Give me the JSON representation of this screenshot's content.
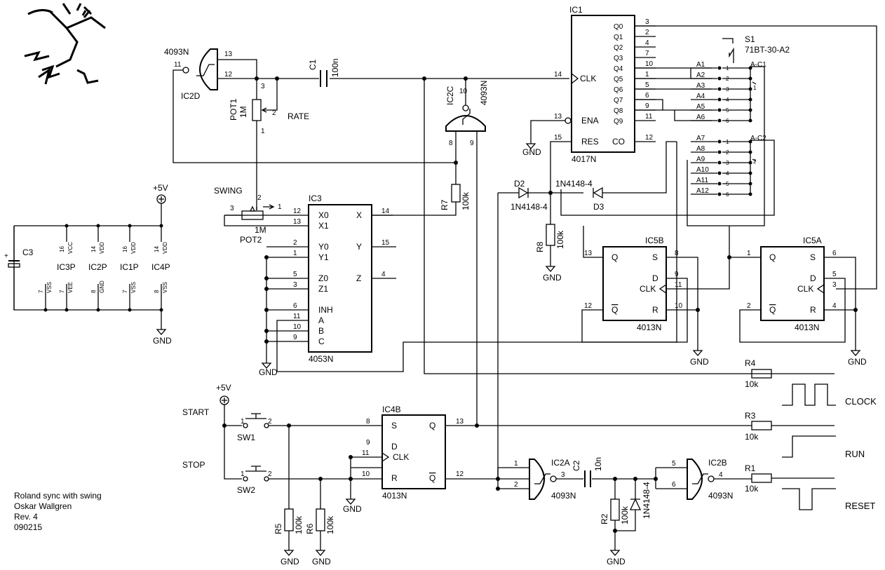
{
  "ic1": {
    "name": "IC1",
    "part": "4017N",
    "pins": [
      "Q0",
      "Q1",
      "Q2",
      "Q3",
      "Q4",
      "Q5",
      "Q6",
      "Q7",
      "Q8",
      "Q9"
    ],
    "clk": "CLK",
    "ena": "ENA",
    "res": "RES",
    "co": "CO",
    "pin_nums": [
      "3",
      "2",
      "4",
      "7",
      "10",
      "1",
      "5",
      "6",
      "9",
      "11"
    ],
    "clk_pin": "14",
    "ena_pin": "13",
    "res_pin": "15",
    "co_pin": "12"
  },
  "ic2d": {
    "name": "IC2D",
    "part": "4093N",
    "p11": "11",
    "p12": "12",
    "p13": "13"
  },
  "ic2c": {
    "name": "IC2C",
    "part": "4093N",
    "p8": "8",
    "p9": "9",
    "p10": "10"
  },
  "ic2a": {
    "name": "IC2A",
    "part": "4093N",
    "p1": "1",
    "p2": "2",
    "p3": "3"
  },
  "ic2b": {
    "name": "IC2B",
    "part": "4093N",
    "p5": "5",
    "p6": "6",
    "p4": "4"
  },
  "ic3": {
    "name": "IC3",
    "part": "4053N",
    "pins": [
      "X0",
      "X1",
      "Y0",
      "Y1",
      "Z0",
      "Z1",
      "INH",
      "A",
      "B",
      "C"
    ],
    "outs": [
      "X",
      "Y",
      "Z"
    ],
    "pin_nums": [
      "12",
      "13",
      "2",
      "1",
      "5",
      "3",
      "6",
      "11",
      "10",
      "9"
    ],
    "out_nums": [
      "14",
      "15",
      "4"
    ]
  },
  "ic4b": {
    "name": "IC4B",
    "part": "4013N",
    "s": "S",
    "q": "Q",
    "d": "D",
    "clk": "CLK",
    "r": "R",
    "qn": "Q",
    "p8": "8",
    "p13": "13",
    "p9": "9",
    "p11": "11",
    "p10": "10",
    "p12": "12"
  },
  "ic5b": {
    "name": "IC5B",
    "part": "4013N",
    "q": "Q",
    "s": "S",
    "d": "D",
    "clk": "CLK",
    "qn": "Q",
    "r": "R",
    "p13": "13",
    "p8": "8",
    "p9": "9",
    "p11": "11",
    "p12": "12",
    "p10": "10"
  },
  "ic5a": {
    "name": "IC5A",
    "part": "4013N",
    "q": "Q",
    "s": "S",
    "d": "D",
    "clk": "CLK",
    "qn": "Q",
    "r": "R",
    "p1": "1",
    "p6": "6",
    "p5": "5",
    "p3": "3",
    "p2": "2",
    "p4": "4"
  },
  "s1": {
    "name": "S1",
    "part": "71BT-30-A2",
    "rows1": [
      "A1",
      "A2",
      "A3",
      "A4",
      "A5",
      "A6"
    ],
    "rows2": [
      "A7",
      "A8",
      "A9",
      "A10",
      "A11",
      "A12"
    ],
    "c1": "A-C1",
    "c2": "A-C2",
    "nums": [
      "1",
      "2",
      "3",
      "4",
      "5",
      "6"
    ],
    "side1": "1",
    "side2": "2"
  },
  "pot1": {
    "name": "POT1",
    "value": "1M",
    "label": "RATE",
    "p1": "1",
    "p2": "2",
    "p3": "3"
  },
  "pot2": {
    "name": "POT2",
    "value": "1M",
    "label": "SWING",
    "p1": "1",
    "p2": "2",
    "p3": "3"
  },
  "c1": {
    "name": "C1",
    "value": "100n"
  },
  "c2": {
    "name": "C2",
    "value": "10n"
  },
  "c3": {
    "name": "C3"
  },
  "d1": {
    "name": "1N4148-4"
  },
  "d2": {
    "name": "D2",
    "part": "1N4148-4"
  },
  "d3": {
    "name": "D3",
    "part": "1N4148-4"
  },
  "r1": {
    "name": "R1",
    "value": "10k"
  },
  "r2": {
    "name": "R2",
    "value": "100k"
  },
  "r3": {
    "name": "R3",
    "value": "10k"
  },
  "r4": {
    "name": "R4",
    "value": "10k"
  },
  "r5": {
    "name": "R5",
    "value": "100k"
  },
  "r6": {
    "name": "R6",
    "value": "100k"
  },
  "r7": {
    "name": "R7",
    "value": "100k"
  },
  "r8": {
    "name": "R8",
    "value": "100k"
  },
  "sw1": {
    "name": "SW1",
    "label": "START",
    "p1": "1",
    "p2": "2"
  },
  "sw2": {
    "name": "SW2",
    "label": "STOP",
    "p1": "1",
    "p2": "2"
  },
  "power": {
    "v5": "+5V",
    "gnd": "GND",
    "ics": [
      {
        "name": "IC3P",
        "top": "VCC",
        "bot": "VEE",
        "tn": "16",
        "bn": "7"
      },
      {
        "name": "IC2P",
        "top": "VDD",
        "bot": "GND",
        "tn": "14",
        "bn": "8"
      },
      {
        "name": "IC1P",
        "top": "VDD",
        "bot": "VSS",
        "tn": "16",
        "bn": "7"
      },
      {
        "name": "IC4P",
        "top": "VDD",
        "bot": "VSS",
        "tn": "14",
        "bn": "8"
      }
    ],
    "extra": "VSS",
    "extra_n": "7"
  },
  "outputs": {
    "clock": "CLOCK",
    "run": "RUN",
    "reset": "RESET"
  },
  "credits": {
    "line1": "Roland sync with swing",
    "line2": "Oskar Wallgren",
    "line3": "Rev. 4",
    "line4": "090215"
  }
}
